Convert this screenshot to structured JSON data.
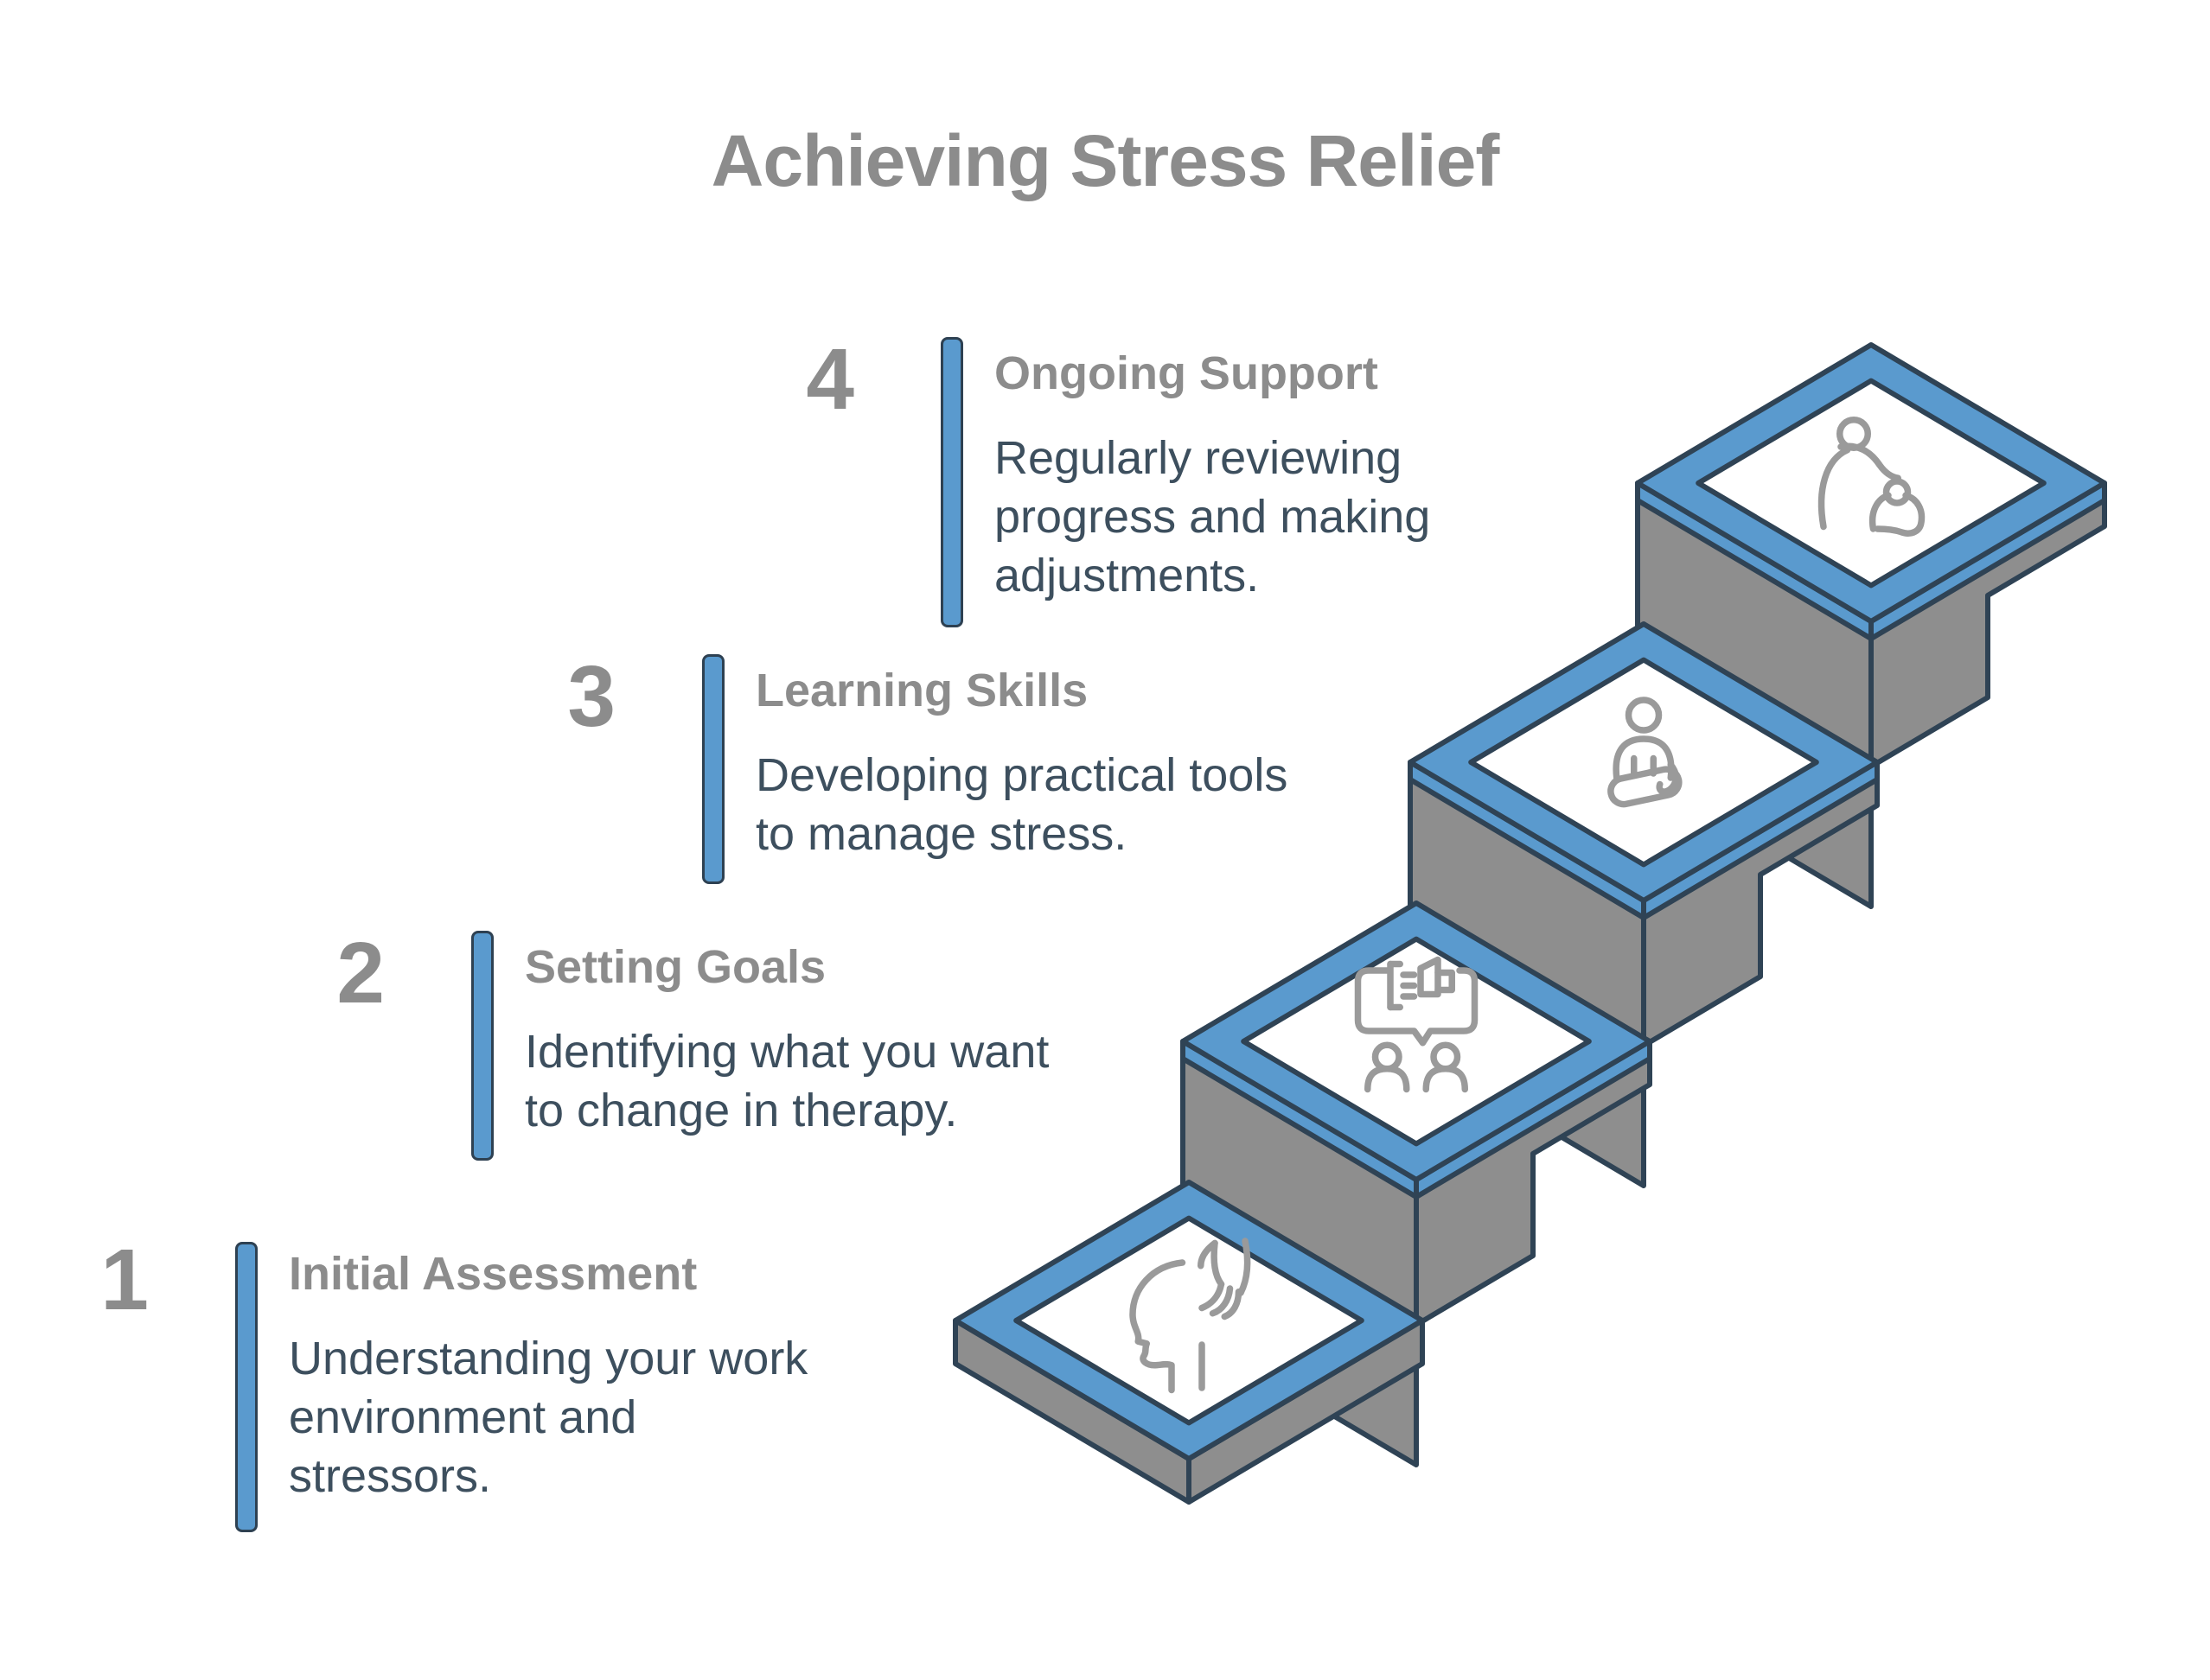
{
  "title": "Achieving Stress Relief",
  "colors": {
    "accent_blue": "#5a9ace",
    "step_gray": "#8e8e8e",
    "outline": "#2f4355",
    "heading_gray": "#8c8c8c",
    "body_text": "#3d4f5e",
    "icon_gray": "#9a9a9a",
    "tread_white": "#ffffff"
  },
  "steps": [
    {
      "number": "1",
      "heading": "Initial Assessment",
      "body": "Understanding your work\nenvironment and\nstressors.",
      "icon": "hand-on-head-icon"
    },
    {
      "number": "2",
      "heading": "Setting Goals",
      "body": "Identifying what you want\nto change in therapy.",
      "icon": "speech-discussion-icon"
    },
    {
      "number": "3",
      "heading": "Learning Skills",
      "body": "Developing practical tools\nto manage stress.",
      "icon": "meditation-icon"
    },
    {
      "number": "4",
      "heading": "Ongoing Support",
      "body": "Regularly reviewing\nprogress and making\nadjustments.",
      "icon": "caring-support-icon"
    }
  ]
}
